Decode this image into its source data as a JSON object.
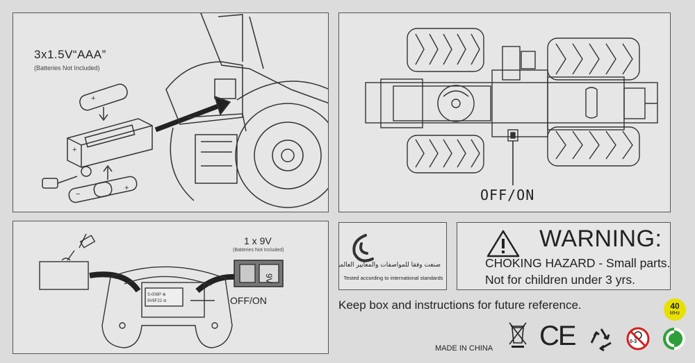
{
  "panel_battery_aaa": {
    "title": "3x1.5V“AAA”",
    "note": "(Batteries Not Included)"
  },
  "panel_switch": {
    "label": "OFF/ON"
  },
  "panel_battery_9v": {
    "title": "1 x 9V",
    "note": "(Batteries Not Included)",
    "battery_label": "9V",
    "switch_label": "OFF/ON",
    "chip_text_1": "S-006P ⊕",
    "chip_text_2": "9V6F22 ⊖"
  },
  "standards_box": {
    "arabic_text": "صنعت وفقا للمواصفات والمعايير العالمية",
    "english_text": "Tested according to international standards"
  },
  "warning_box": {
    "title": "WARNING:",
    "line1": "CHOKING HAZARD - Small parts.",
    "line2": "Not for children under 3 yrs."
  },
  "footer": {
    "keep_box_text": "Keep box and instructions for future reference.",
    "frequency_value": "40",
    "frequency_unit": "MHz",
    "made_in": "MADE IN CHINA",
    "ce_mark": "CE",
    "age_mark": "0-3"
  },
  "colors": {
    "background": "#dcdcdc",
    "panel": "#e6e6e6",
    "frequency_badge": "#e8e000",
    "no_sign_red": "#d22020",
    "green_dot": "#2e9e3a"
  }
}
